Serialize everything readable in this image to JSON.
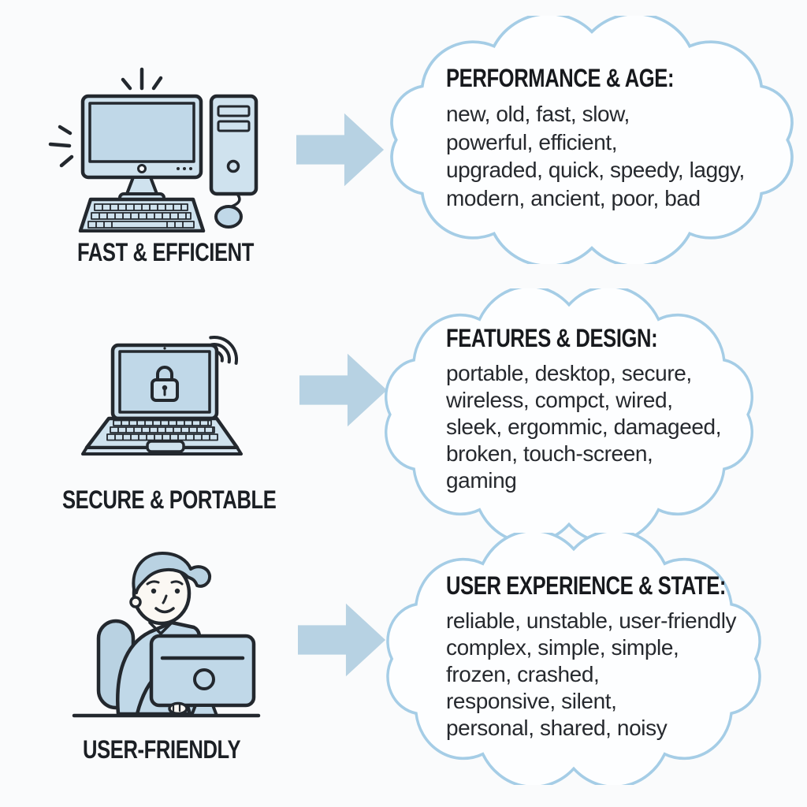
{
  "page": {
    "kind": "vocabulary-diagram",
    "background": "#fafbfc",
    "colors": {
      "cloud_outline": "#a5cde6",
      "cloud_fill": "#fdfeff",
      "arrow_fill": "#b7d2e3",
      "illustration_fill": "#cfe2ee",
      "illustration_fill_dark": "#c0d8e8",
      "person_accent": "#b9d2e2",
      "skin": "#fbf8f3",
      "outline_dark": "#23282e",
      "heading_text": "#17191d",
      "body_text": "#26292e"
    },
    "icons": [
      "sparkle-lines-icon",
      "monitor-icon",
      "tower-icon",
      "keyboard-icon",
      "mouse-icon",
      "wifi-icon",
      "padlock-icon",
      "laptop-icon",
      "person-icon",
      "chair-icon",
      "monitor-back-icon",
      "desk-icon",
      "arrow-right-icon",
      "cloud-outline"
    ]
  },
  "rows": [
    {
      "illustration": "desktop-computer-illustration",
      "caption": "FAST & EFFICIENT",
      "cloud": {
        "heading": "PERFORMANCE & AGE:",
        "lines": [
          "new, old, fast, slow,",
          "powerful, efficient,",
          "upgraded, quick, speedy, laggy,",
          "modern, ancient, poor, bad"
        ]
      }
    },
    {
      "illustration": "secure-laptop-illustration",
      "caption": "SECURE & PORTABLE",
      "cloud": {
        "heading": "FEATURES & DESIGN:",
        "lines": [
          "portable, desktop, secure,",
          "wireless, compct, wired,",
          "sleek, ergommic, damageed,",
          "broken, touch-screen,",
          "gaming"
        ]
      }
    },
    {
      "illustration": "person-at-computer-illustration",
      "caption": "USER-FRIENDLY",
      "cloud": {
        "heading": "USER EXPERIENCE & STATE:",
        "lines": [
          "reliable, unstable, user-friendly",
          "complex, simple, simple,",
          "frozen, crashed,",
          "responsive, silent,",
          "personal, shared, noisy"
        ]
      }
    }
  ]
}
